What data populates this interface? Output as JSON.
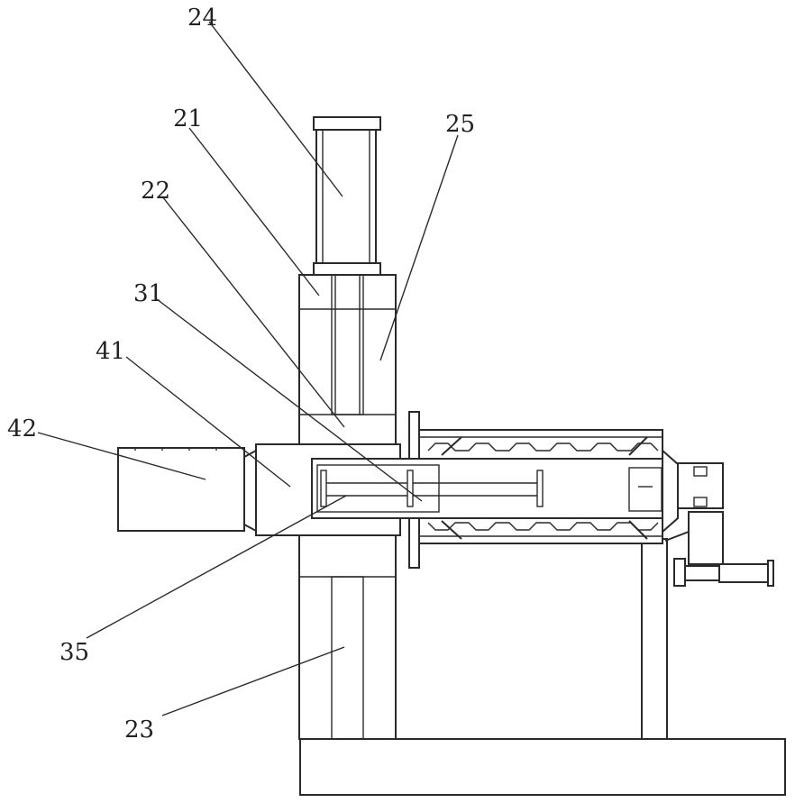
{
  "labels": {
    "l24": "24",
    "l21": "21",
    "l25": "25",
    "l22": "22",
    "l31": "31",
    "l41": "41",
    "l42": "42",
    "l35": "35",
    "l23": "23"
  }
}
